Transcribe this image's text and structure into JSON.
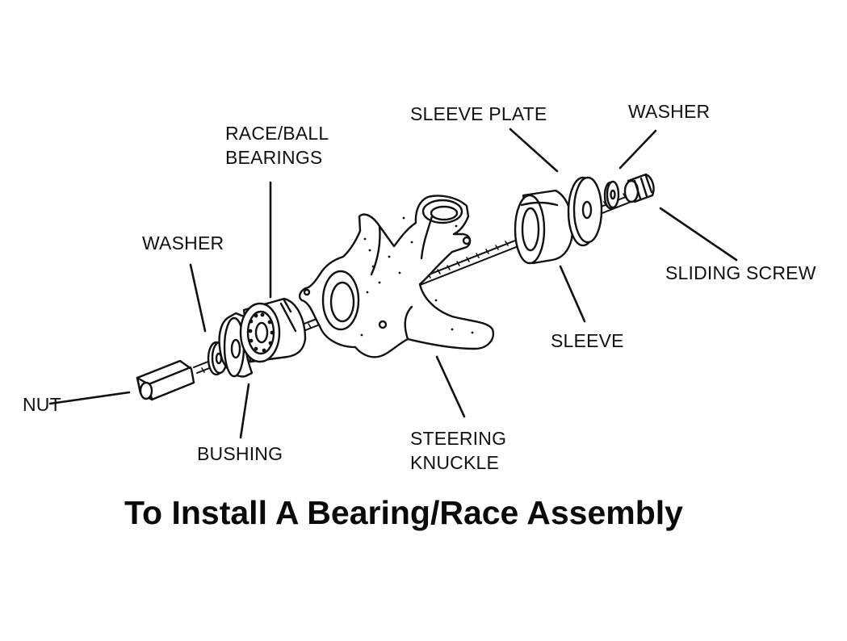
{
  "labels": {
    "race_ball_bearings": "RACE/BALL\nBEARINGS",
    "sleeve_plate": "SLEEVE PLATE",
    "washer_right": "WASHER",
    "washer_left": "WASHER",
    "sliding_screw": "SLIDING SCREW",
    "sleeve": "SLEEVE",
    "nut": "NUT",
    "bushing": "BUSHING",
    "steering_knuckle": "STEERING\nKNUCKLE"
  },
  "caption": "To Install A Bearing/Race Assembly",
  "colors": {
    "ink": "#111111",
    "background": "#ffffff"
  }
}
